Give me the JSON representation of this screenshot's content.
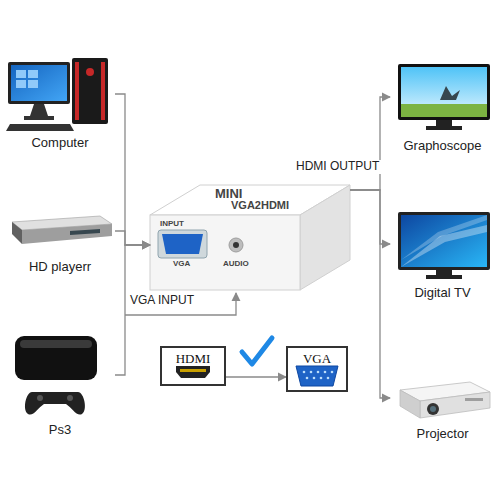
{
  "diagram": {
    "nodes": [
      {
        "text": [
          "Computer"
        ]
      },
      {
        "text": [
          "HD playerr"
        ]
      },
      {
        "text": [
          "Ps3"
        ]
      },
      {
        "text": [
          "MINI",
          "VGA2HDMI",
          "INPUT",
          "VGA",
          "AUDIO"
        ]
      },
      {
        "text": [
          "Graphoscope"
        ]
      },
      {
        "text": [
          "Digital TV"
        ]
      },
      {
        "text": [
          "Projector"
        ]
      },
      {
        "text": [
          "HDMI"
        ]
      },
      {
        "text": [
          "VGA"
        ]
      }
    ],
    "edges": [
      {
        "from": 0,
        "to": 3,
        "arrow": "to"
      },
      {
        "from": 1,
        "to": 3,
        "arrow": "to",
        "label": "VGA INPUT"
      },
      {
        "from": 2,
        "to": 3,
        "arrow": "to"
      },
      {
        "from": 3,
        "to": 4,
        "arrow": "to",
        "label": "HDMI OUTPUT"
      },
      {
        "from": 3,
        "to": 5,
        "arrow": "to"
      },
      {
        "from": 3,
        "to": 6,
        "arrow": "to"
      },
      {
        "from": 7,
        "to": 8,
        "arrow": "to"
      }
    ]
  }
}
